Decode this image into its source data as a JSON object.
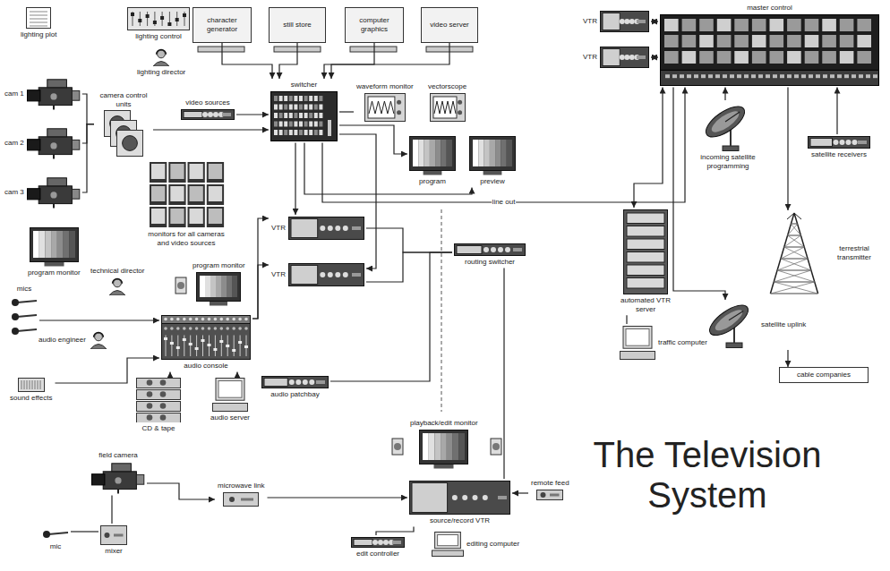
{
  "diagram": {
    "title": "The Television System",
    "nodes": [
      {
        "text": [
          "lighting control"
        ]
      },
      {
        "text": [
          "lighting director"
        ]
      },
      {
        "text": [
          "cam 1"
        ]
      },
      {
        "text": [
          "cam 2"
        ]
      },
      {
        "text": [
          "cam 3"
        ]
      },
      {
        "text": [
          "camera control units"
        ]
      },
      {
        "text": [
          "video sources"
        ]
      },
      {
        "text": [
          "monitors for all cameras and video sources"
        ]
      },
      {
        "text": [
          "character generator"
        ]
      },
      {
        "text": [
          "still store"
        ]
      },
      {
        "text": [
          "computer graphics"
        ]
      },
      {
        "text": [
          "video server"
        ]
      },
      {
        "text": [
          "switcher"
        ]
      },
      {
        "text": [
          "waveform monitor"
        ]
      },
      {
        "text": [
          "vectorscope"
        ]
      },
      {
        "text": [
          "program"
        ]
      },
      {
        "text": [
          "preview"
        ]
      },
      {
        "text": [
          "VTR"
        ]
      },
      {
        "text": [
          "VTR"
        ]
      },
      {
        "text": [
          "program monitor"
        ]
      },
      {
        "text": [
          "technical director"
        ]
      },
      {
        "text": [
          "program monitor"
        ]
      },
      {
        "text": [
          "audio console"
        ]
      },
      {
        "text": [
          "audio engineer"
        ]
      },
      {
        "text": [
          "mics"
        ]
      },
      {
        "text": [
          "sound effects"
        ]
      },
      {
        "text": [
          "CD & tape"
        ]
      },
      {
        "text": [
          "audio server"
        ]
      },
      {
        "text": [
          "audio patchbay"
        ]
      },
      {
        "text": [
          "routing switcher"
        ]
      },
      {
        "text": [
          "VTR"
        ]
      },
      {
        "text": [
          "VTR"
        ]
      },
      {
        "text": [
          "master control"
        ]
      },
      {
        "text": [
          "incoming satellite programming"
        ]
      },
      {
        "text": [
          "satellite receivers"
        ]
      },
      {
        "text": [
          "automated VTR server"
        ]
      },
      {
        "text": [
          "traffic computer"
        ]
      },
      {
        "text": [
          "terrestrial transmitter"
        ]
      },
      {
        "text": [
          "satellite uplink"
        ]
      },
      {
        "text": [
          "cable companies"
        ]
      },
      {
        "text": [
          "playback/edit monitor"
        ]
      },
      {
        "text": [
          "source/record VTR"
        ]
      },
      {
        "text": [
          "editing computer"
        ]
      },
      {
        "text": [
          "edit controller"
        ]
      },
      {
        "text": [
          "remote feed"
        ]
      },
      {
        "text": [
          "field camera"
        ]
      },
      {
        "text": [
          "mic"
        ]
      },
      {
        "text": [
          "mixer"
        ]
      },
      {
        "text": [
          "microwave link"
        ]
      },
      {
        "text": [
          "lighting plot"
        ]
      }
    ],
    "edges": [
      {
        "from": 2,
        "to": 5,
        "arrow": "none"
      },
      {
        "from": 3,
        "to": 5,
        "arrow": "none"
      },
      {
        "from": 4,
        "to": 5,
        "arrow": "none"
      },
      {
        "from": 5,
        "to": 12,
        "arrow": "to"
      },
      {
        "from": 6,
        "to": 12,
        "arrow": "to"
      },
      {
        "from": 8,
        "to": 12,
        "arrow": "to"
      },
      {
        "from": 9,
        "to": 12,
        "arrow": "to"
      },
      {
        "from": 10,
        "to": 12,
        "arrow": "to"
      },
      {
        "from": 11,
        "to": 12,
        "arrow": "to"
      },
      {
        "from": 12,
        "to": 13,
        "arrow": "none"
      },
      {
        "from": 12,
        "to": 15,
        "arrow": "to"
      },
      {
        "from": 12,
        "to": 16,
        "arrow": "to"
      },
      {
        "from": 12,
        "to": 17,
        "arrow": "to"
      },
      {
        "from": 12,
        "to": 18,
        "arrow": "to"
      },
      {
        "from": 12,
        "to": 32,
        "label": "line out",
        "arrow": "to"
      },
      {
        "from": 24,
        "to": 22,
        "arrow": "to"
      },
      {
        "from": 25,
        "to": 22,
        "arrow": "to"
      },
      {
        "from": 26,
        "to": 22,
        "arrow": "to"
      },
      {
        "from": 27,
        "to": 22,
        "arrow": "to"
      },
      {
        "from": 22,
        "to": 17,
        "arrow": "to"
      },
      {
        "from": 22,
        "to": 18,
        "arrow": "to"
      },
      {
        "from": 17,
        "to": 29,
        "arrow": "none"
      },
      {
        "from": 18,
        "to": 29,
        "arrow": "none"
      },
      {
        "from": 28,
        "to": 29,
        "arrow": "none"
      },
      {
        "from": 30,
        "to": 32,
        "arrow": "both"
      },
      {
        "from": 31,
        "to": 32,
        "arrow": "both"
      },
      {
        "from": 33,
        "to": 32,
        "arrow": "to"
      },
      {
        "from": 34,
        "to": 32,
        "arrow": "to"
      },
      {
        "from": 35,
        "to": 32,
        "arrow": "both"
      },
      {
        "from": 36,
        "to": 35,
        "arrow": "none"
      },
      {
        "from": 32,
        "to": 37,
        "arrow": "to"
      },
      {
        "from": 32,
        "to": 38,
        "arrow": "to"
      },
      {
        "from": 38,
        "to": 39,
        "arrow": "to"
      },
      {
        "from": 29,
        "to": 41,
        "arrow": "none"
      },
      {
        "from": 44,
        "to": 41,
        "arrow": "to"
      },
      {
        "from": 45,
        "to": 48,
        "arrow": "to"
      },
      {
        "from": 48,
        "to": 41,
        "arrow": "to"
      },
      {
        "from": 43,
        "to": 41,
        "arrow": "none"
      },
      {
        "from": 46,
        "to": 47,
        "arrow": "none"
      },
      {
        "from": 47,
        "to": 45,
        "arrow": "none"
      }
    ]
  }
}
